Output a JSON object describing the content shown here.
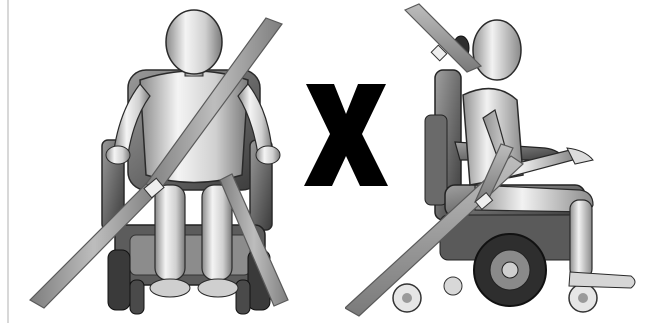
{
  "mark": {
    "glyph": "X",
    "color": "#000000"
  },
  "palette": {
    "metal_light": "#f2f2f2",
    "metal_mid": "#b8b8b8",
    "metal_dark": "#6a6a6a",
    "belt": "#9c9c9c",
    "belt_edge": "#5a5a5a",
    "outline": "#2a2a2a"
  },
  "illustrations": [
    {
      "view": "front",
      "icon": "wheelchair-occupant-front-icon"
    },
    {
      "view": "side",
      "icon": "wheelchair-occupant-side-icon"
    }
  ]
}
